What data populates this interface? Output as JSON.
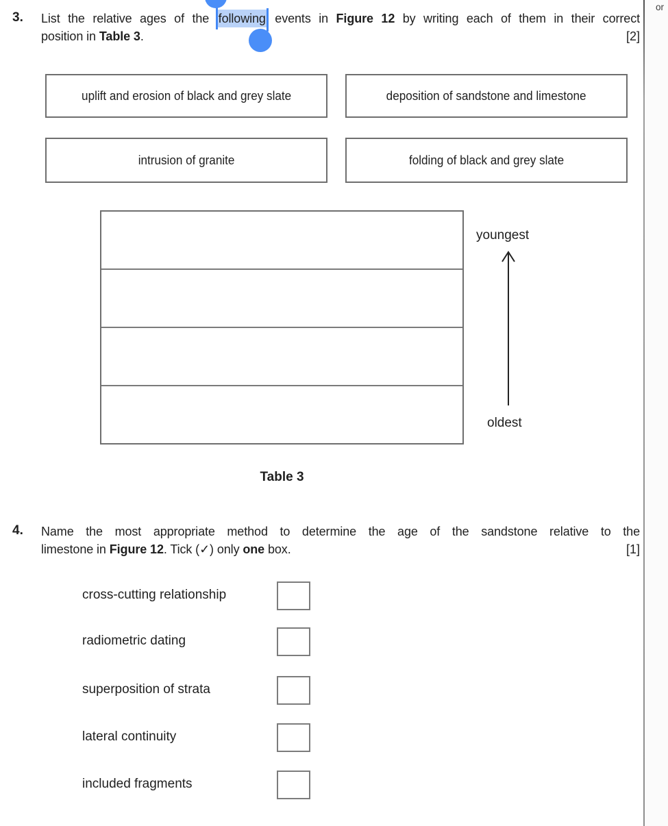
{
  "margin_note": "or",
  "selection": {
    "word": "following",
    "highlight_color": "#b9d2f8",
    "handle_color": "#4a8ef8"
  },
  "q3": {
    "number": "3.",
    "line1_pre": "List the relative ages of the ",
    "line1_mid": " events in ",
    "figure_ref": "Figure 12",
    "line1_post": " by writing each of them in their correct",
    "line2_pre": "position in ",
    "table_ref": "Table 3",
    "line2_post": ".",
    "marks": "[2]",
    "events": [
      "uplift and erosion of black and grey slate",
      "deposition of sandstone and limestone",
      "intrusion of granite",
      "folding of black and grey slate"
    ],
    "axis_top": "youngest",
    "axis_bottom": "oldest",
    "table_caption": "Table 3",
    "table_rows": 4
  },
  "q4": {
    "number": "4.",
    "line1": "Name the most appropriate method to determine the age of the sandstone relative to the",
    "line2_pre": "limestone in ",
    "figure_ref": "Figure 12",
    "line2_mid": ". Tick (✓) only ",
    "bold_one": "one",
    "line2_post": " box.",
    "marks": "[1]",
    "options": [
      "cross-cutting relationship",
      "radiometric dating",
      "superposition of strata",
      "lateral continuity",
      "included fragments"
    ]
  }
}
